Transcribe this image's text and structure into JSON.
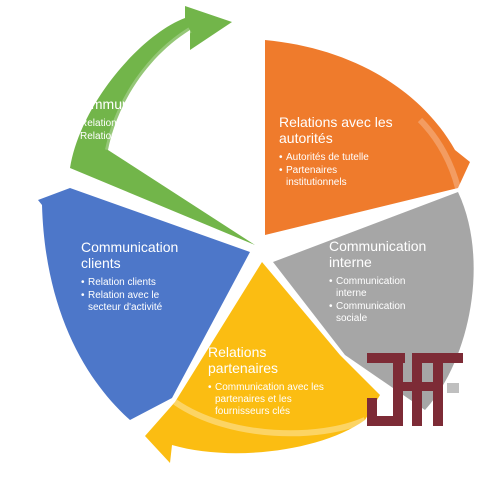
{
  "diagram": {
    "segments": [
      {
        "title": "Communication financière",
        "items": [
          "Relations marchés et investisseurs",
          "Relations médias"
        ],
        "color": "#72b54a"
      },
      {
        "title": "Relations avec les autorités",
        "items": [
          "Autorités de tutelle",
          "Partenaires institutionnels"
        ],
        "color": "#ef7b2c"
      },
      {
        "title": "Communication interne",
        "items": [
          "Communication interne",
          "Communication sociale"
        ],
        "color": "#a6a6a6"
      },
      {
        "title": "Relations partenaires",
        "items": [
          "Communication avec les partenaires et les fournisseurs clés"
        ],
        "color": "#fbbd12"
      },
      {
        "title": "Communication clients",
        "items": [
          "Relation clients",
          "Relation avec le secteur d'activité"
        ],
        "color": "#4d77c9"
      }
    ],
    "logo": {
      "text": "JHF",
      "color": "#7d2b36",
      "accent": "#bfbfbf"
    }
  }
}
